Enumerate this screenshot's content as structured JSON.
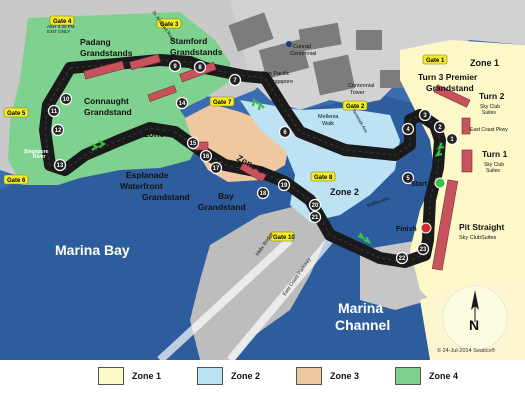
{
  "compass": {
    "north": "N"
  },
  "labels": {
    "marina_bay": "Marina Bay",
    "marina_channel_1": "Marina",
    "marina_channel_2": "Channel"
  },
  "zones": {
    "zone1": "Zone 1",
    "zone2": "Zone 2",
    "zone3": "Zone 3",
    "zone4": "Zone 4"
  },
  "stands": {
    "padang_1": "Padang",
    "padang_2": "Grandstands",
    "stamford_1": "Stamford",
    "stamford_2": "Grandstands",
    "connaught_1": "Connaught",
    "connaught_2": "Grandstand",
    "esplanade_1": "Esplanade",
    "esplanade_2": "Waterfront",
    "esplanade_3": "Grandstand",
    "bay_1": "Bay",
    "bay_2": "Grandstand",
    "turn3_1": "Turn 3 Premier",
    "turn3_2": "Grandstand",
    "turn2": "Turn 2",
    "turn2_sub1": "Sky Club",
    "turn2_sub2": "Suites",
    "east_coast_pkwy": "East Coast Pkwy",
    "turn1": "Turn 1",
    "turn1_sub1": "Sky Club",
    "turn1_sub2": "Suites",
    "pit_straight": "Pit Straight",
    "pit_sub": "Sky ClubSuites"
  },
  "landmarks": {
    "conrad_1": "Conrad",
    "conrad_2": "Centennial",
    "pan_pacific_1": "Pan Pacific",
    "pan_pacific_2": "Singapore",
    "centennial_1": "Centennial",
    "centennial_2": "Tower",
    "millenia_1": "Mellenia",
    "millenia_2": "Walk",
    "singapore_river_1": "Singapore",
    "singapore_river_2": "River"
  },
  "gate_notes": {
    "gate4_note_1": "After 9:30 PM",
    "gate4_note_2": "EXIT ONLY"
  },
  "roads": {
    "st_andrews": "St. Andrews Road",
    "temasek": "Temasek Ave",
    "raffles": "Raffles Ave",
    "helix": "Helix Bridge",
    "east_coast_parkway": "East Coast Parkway"
  },
  "markers": {
    "start": "Start",
    "finish": "Finish"
  },
  "gates": [
    {
      "label": "Gate 4"
    },
    {
      "label": "Gate 3"
    },
    {
      "label": "Gate 5"
    },
    {
      "label": "Gate 6"
    },
    {
      "label": "Gate 7"
    },
    {
      "label": "Gate 2"
    },
    {
      "label": "Gate 1"
    },
    {
      "label": "Gate 8"
    },
    {
      "label": "Gate 10"
    }
  ],
  "turns": [
    "1",
    "2",
    "3",
    "4",
    "5",
    "6",
    "7",
    "8",
    "9",
    "10",
    "11",
    "12",
    "13",
    "14",
    "15",
    "16",
    "17",
    "18",
    "19",
    "20",
    "21",
    "22",
    "23"
  ],
  "legend": [
    {
      "label": "Zone 1",
      "color": "#fdf8c8"
    },
    {
      "label": "Zone 2",
      "color": "#bde2f3"
    },
    {
      "label": "Zone 3",
      "color": "#f0c8a0"
    },
    {
      "label": "Zone 4",
      "color": "#7fd18f"
    }
  ],
  "footer": {
    "copyright": "© 24-Jul-2014 Seatics®"
  }
}
